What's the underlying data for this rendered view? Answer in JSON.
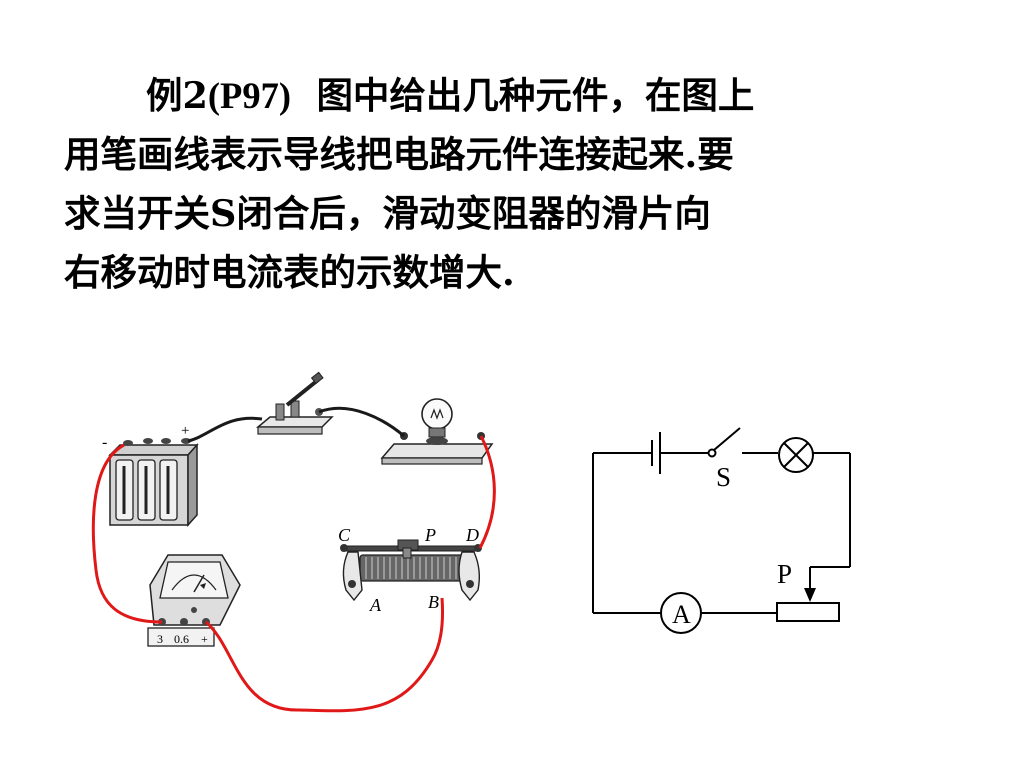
{
  "problem": {
    "line1_prefix": "例2",
    "line1_ref": "(P97)",
    "line1_rest": "图中给出几种元件，在图上",
    "line2": "用笔画线表示导线把电路元件连接起来.要",
    "line3": "求当开关S闭合后，滑动变阻器的滑片向",
    "line4": "右移动时电流表的示数增大."
  },
  "photo": {
    "battery_minus": "-",
    "battery_plus": "+",
    "rheostat_labels": {
      "c": "C",
      "p": "P",
      "d": "D",
      "a": "A",
      "b": "B"
    },
    "ammeter_terminals": {
      "t3": "3",
      "t06": "0.6",
      "tplus": "+"
    },
    "wire_colors": {
      "given": "#1a1a1a",
      "drawn": "#e01818"
    }
  },
  "schematic": {
    "switch_label": "S",
    "slider_label": "P",
    "ammeter_label": "A"
  }
}
